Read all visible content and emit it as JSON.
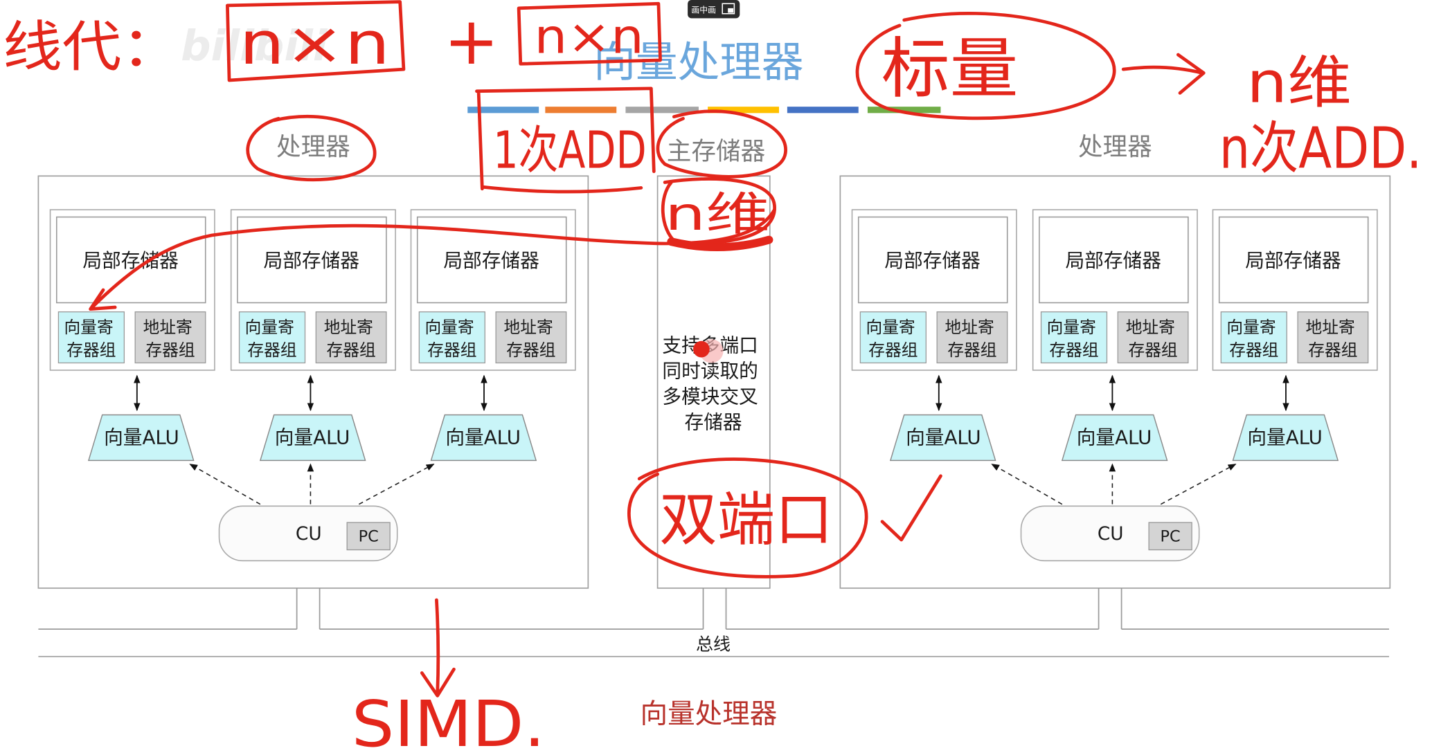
{
  "player": {
    "pip_button_label": "画中画",
    "pip_icon": "picture-in-picture-icon"
  },
  "watermark": "bilibili",
  "slide": {
    "title": "向量处理器",
    "title_color": "#6aa6dc",
    "title_underline_colors": [
      "#5b9bd5",
      "#ed7d31",
      "#a5a5a5",
      "#ffc000",
      "#4472c4",
      "#70ad47"
    ],
    "left_processor": {
      "label": "处理器",
      "units": [
        {
          "local_memory": "局部存储器",
          "vector_registers": [
            "向量寄",
            "存器组"
          ],
          "address_registers": [
            "地址寄",
            "存器组"
          ],
          "alu": "向量ALU"
        },
        {
          "local_memory": "局部存储器",
          "vector_registers": [
            "向量寄",
            "存器组"
          ],
          "address_registers": [
            "地址寄",
            "存器组"
          ],
          "alu": "向量ALU"
        },
        {
          "local_memory": "局部存储器",
          "vector_registers": [
            "向量寄",
            "存器组"
          ],
          "address_registers": [
            "地址寄",
            "存器组"
          ],
          "alu": "向量ALU"
        }
      ],
      "cu": "CU",
      "pc": "PC"
    },
    "main_memory": {
      "label": "主存储器",
      "description": [
        "支持多端口",
        "同时读取的",
        "多模块交叉",
        "存储器"
      ]
    },
    "right_processor": {
      "label": "处理器",
      "units": [
        {
          "local_memory": "局部存储器",
          "vector_registers": [
            "向量寄",
            "存器组"
          ],
          "address_registers": [
            "地址寄",
            "存器组"
          ],
          "alu": "向量ALU"
        },
        {
          "local_memory": "局部存储器",
          "vector_registers": [
            "向量寄",
            "存器组"
          ],
          "address_registers": [
            "地址寄",
            "存器组"
          ],
          "alu": "向量ALU"
        },
        {
          "local_memory": "局部存储器",
          "vector_registers": [
            "向量寄",
            "存器组"
          ],
          "address_registers": [
            "地址寄",
            "存器组"
          ],
          "alu": "向量ALU"
        }
      ],
      "cu": "CU",
      "pc": "PC"
    },
    "bus_label": "总线",
    "caption": "向量处理器",
    "caption_color": "#b8322b"
  },
  "annotations": {
    "ink_color": "#e3261b",
    "linear_algebra": "线代：",
    "matrix_left": "n×n",
    "plus": "+",
    "matrix_right": "n×n",
    "one_add": "1次ADD",
    "scalar": "标量",
    "n_dimensions": "n维",
    "n_adds": "n次ADD.",
    "memory_n_dimensions": "n维",
    "dual_port": "双端口",
    "simd": "SIMD."
  }
}
